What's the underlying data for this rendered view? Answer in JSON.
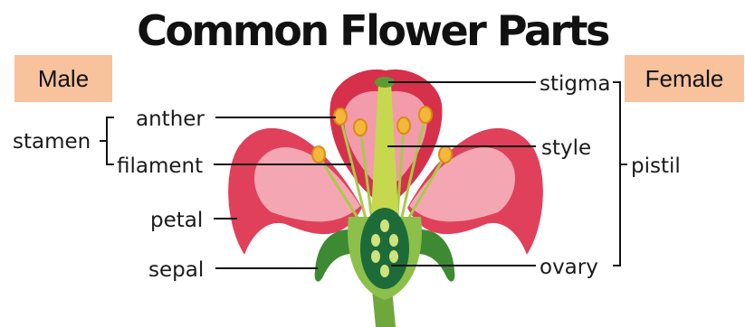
{
  "title": "Common Flower Parts",
  "tags": {
    "male": "Male",
    "female": "Female"
  },
  "labels": {
    "stamen": "stamen",
    "anther": "anther",
    "filament": "filament",
    "petal": "petal",
    "sepal": "sepal",
    "stigma": "stigma",
    "style": "style",
    "pistil": "pistil",
    "ovary": "ovary"
  },
  "colors": {
    "petal": "#e0405a",
    "petal_inner": "#f4a7b2",
    "anther": "#f4b73a",
    "stem": "#7cb342",
    "ovary": "#1e6b3a",
    "tag": "#f8c29c"
  }
}
